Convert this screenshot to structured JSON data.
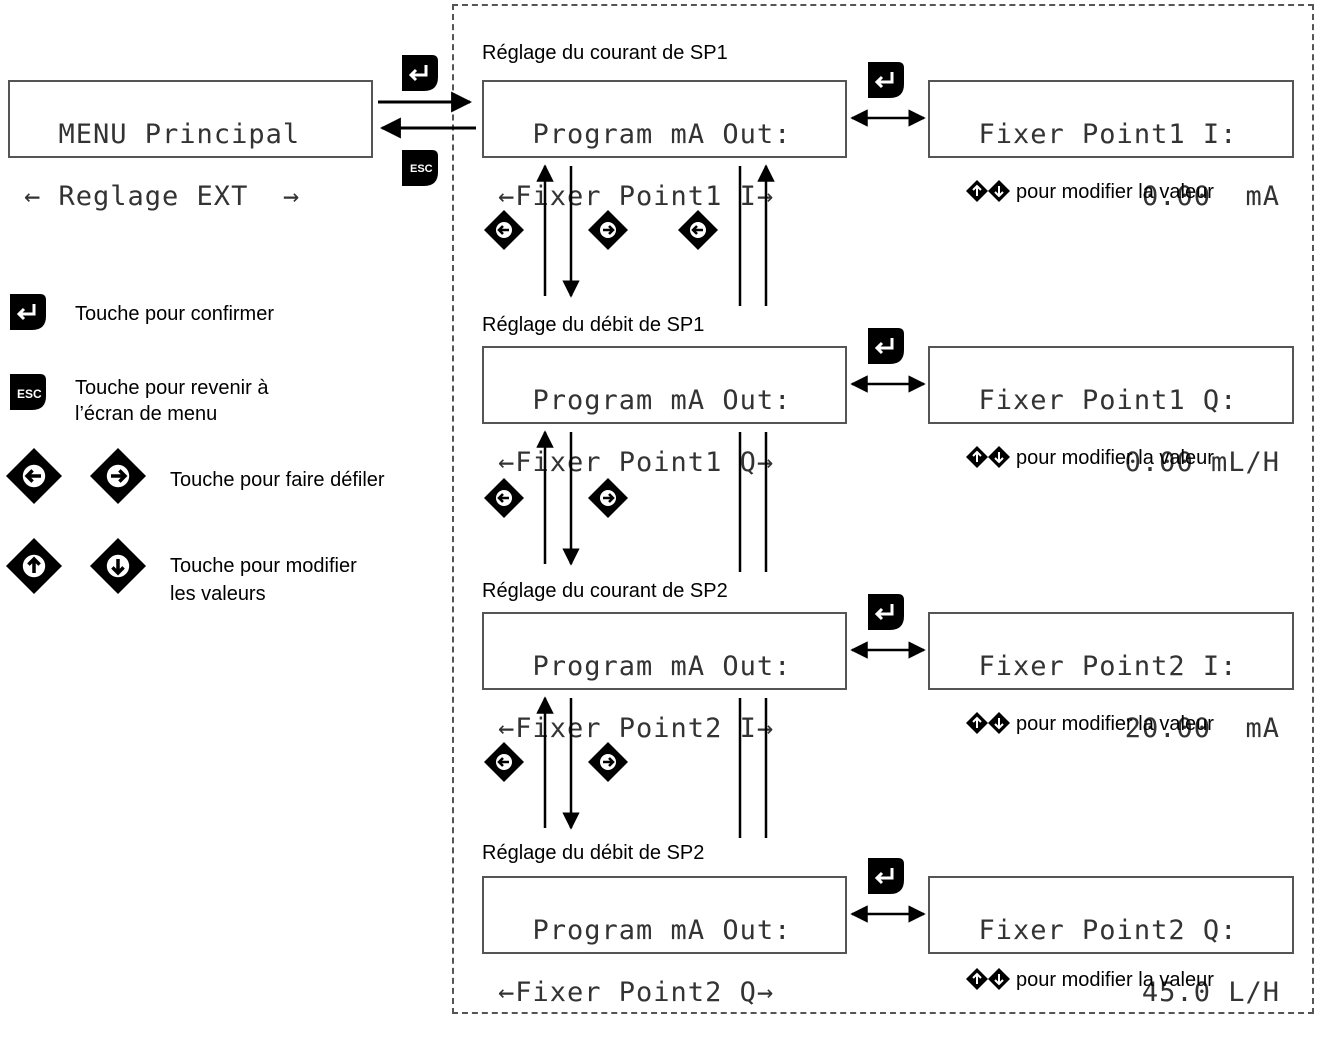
{
  "main_menu": {
    "line1": "MENU Principal",
    "line2": "← Reglage EXT  →"
  },
  "sections": [
    {
      "caption": "Réglage du courant de SP1",
      "left_l1": "Program mA Out:",
      "left_l2": "←Fixer Point1 I→",
      "right_l1": "Fixer Point1 I:",
      "right_value": "0.00",
      "right_unit": "mA",
      "hint": "pour modifier la valeur"
    },
    {
      "caption": "Réglage du débit de SP1",
      "left_l1": "Program mA Out:",
      "left_l2": "←Fixer Point1 Q→",
      "right_l1": "Fixer Point1 Q:",
      "right_value": "0.00",
      "right_unit": "mL/H",
      "hint": "pour modifier la valeur"
    },
    {
      "caption": "Réglage du courant de SP2",
      "left_l1": "Program mA Out:",
      "left_l2": "←Fixer Point2 I→",
      "right_l1": "Fixer Point2 I:",
      "right_value": "20.00",
      "right_unit": "mA",
      "hint": "pour modifier la valeur"
    },
    {
      "caption": "Réglage du débit de SP2",
      "left_l1": "Program mA Out:",
      "left_l2": "←Fixer Point2 Q→",
      "right_l1": "Fixer Point2 Q:",
      "right_value": "45.0",
      "right_unit": "L/H",
      "hint": "pour modifier la valeur"
    }
  ],
  "legend": {
    "enter": "Touche pour confirmer",
    "esc_line1": "Touche pour revenir à",
    "esc_line2": "l’écran de menu",
    "scroll": "Touche pour faire défiler",
    "modify_line1": "Touche pour modifier",
    "modify_line2": "les valeurs",
    "esc_label": "ESC"
  }
}
